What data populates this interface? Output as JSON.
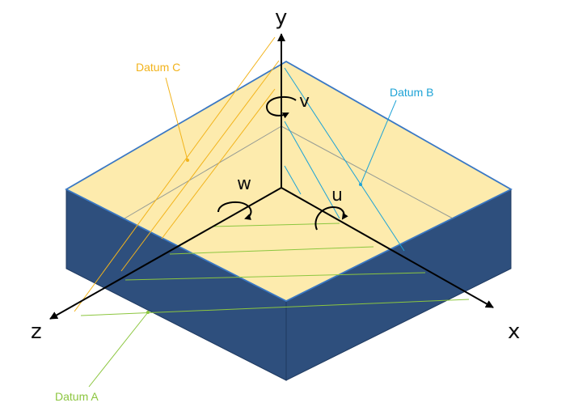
{
  "axes": {
    "x": "x",
    "y": "y",
    "z": "z"
  },
  "rotations": {
    "u": "u",
    "v": "v",
    "w": "w"
  },
  "datums": {
    "a": {
      "label": "Datum A",
      "color": "#8cc63f"
    },
    "b": {
      "label": "Datum B",
      "color": "#1ea3d6"
    },
    "c": {
      "label": "Datum C",
      "color": "#f2b31b"
    }
  },
  "colors": {
    "top_face": "#fdebad",
    "side_face": "#2e4f7d",
    "edge": "#3a78c4",
    "axis": "#000000"
  }
}
